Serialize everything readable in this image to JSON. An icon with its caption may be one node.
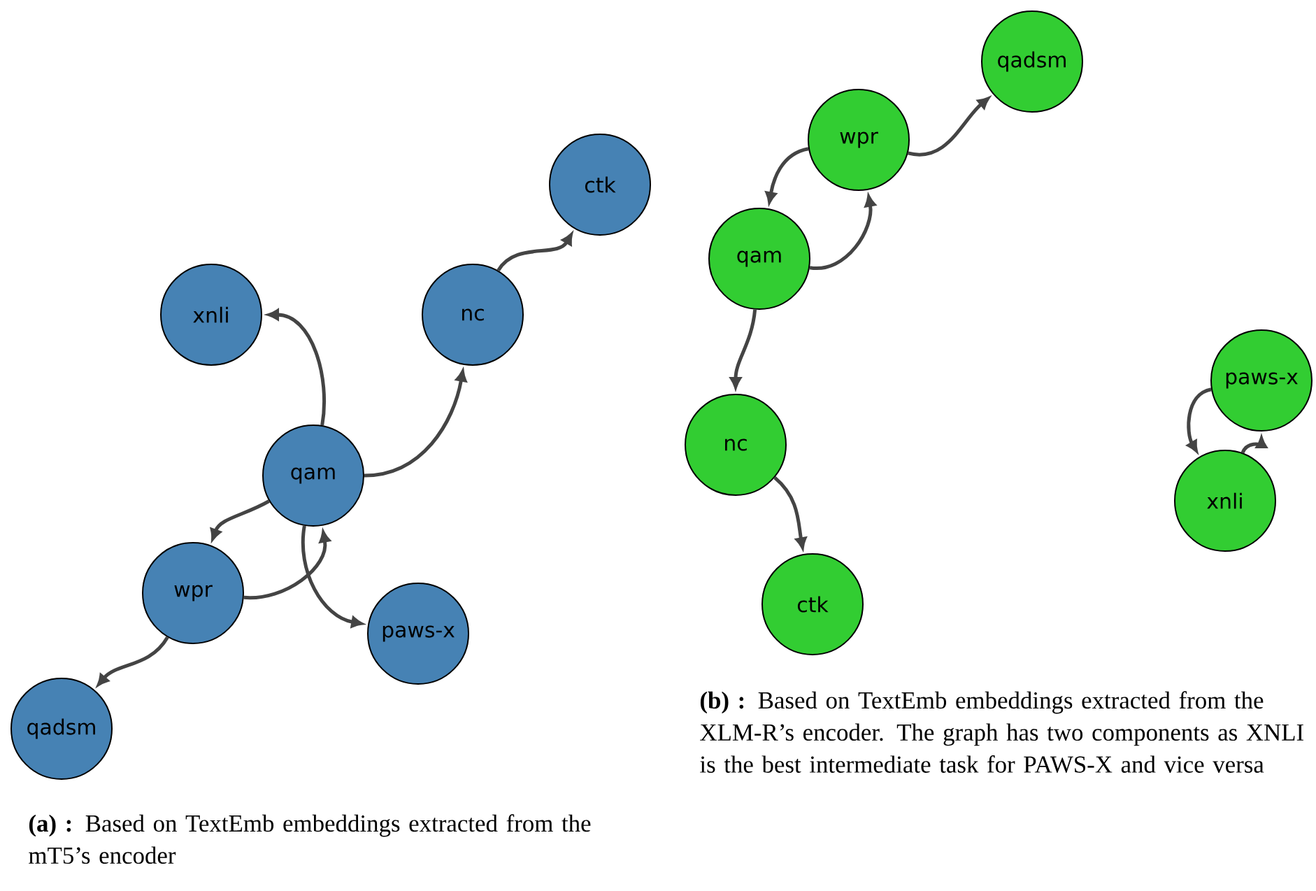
{
  "diagram": {
    "nodes": [
      {
        "text": [
          "xnli"
        ]
      },
      {
        "text": [
          "nc"
        ]
      },
      {
        "text": [
          "ctk"
        ]
      },
      {
        "text": [
          "qam"
        ]
      },
      {
        "text": [
          "wpr"
        ]
      },
      {
        "text": [
          "paws-x"
        ]
      },
      {
        "text": [
          "qadsm"
        ]
      },
      {
        "text": [
          "qadsm"
        ]
      },
      {
        "text": [
          "wpr"
        ]
      },
      {
        "text": [
          "qam"
        ]
      },
      {
        "text": [
          "nc"
        ]
      },
      {
        "text": [
          "ctk"
        ]
      },
      {
        "text": [
          "paws-x"
        ]
      },
      {
        "text": [
          "xnli"
        ]
      }
    ],
    "edges": [
      {
        "from": 3,
        "to": 0,
        "arrow": "to"
      },
      {
        "from": 3,
        "to": 1,
        "arrow": "to"
      },
      {
        "from": 1,
        "to": 2,
        "arrow": "to"
      },
      {
        "from": 3,
        "to": 4,
        "arrow": "to"
      },
      {
        "from": 4,
        "to": 3,
        "arrow": "to"
      },
      {
        "from": 3,
        "to": 5,
        "arrow": "to"
      },
      {
        "from": 4,
        "to": 6,
        "arrow": "to"
      },
      {
        "from": 8,
        "to": 9,
        "arrow": "to"
      },
      {
        "from": 9,
        "to": 8,
        "arrow": "to"
      },
      {
        "from": 8,
        "to": 7,
        "arrow": "to"
      },
      {
        "from": 9,
        "to": 10,
        "arrow": "to"
      },
      {
        "from": 10,
        "to": 11,
        "arrow": "to"
      },
      {
        "from": 12,
        "to": 13,
        "arrow": "to"
      },
      {
        "from": 13,
        "to": 12,
        "arrow": "to"
      }
    ],
    "labels": [
      "**(a) :** Based on TextEmb embeddings extracted from the mT5’s encoder",
      "**(b) :** Based on TextEmb embeddings extracted from the XLM-R’s encoder. The graph has two components as XNLI is the best intermediate task for PAWS-X and vice versa"
    ]
  }
}
